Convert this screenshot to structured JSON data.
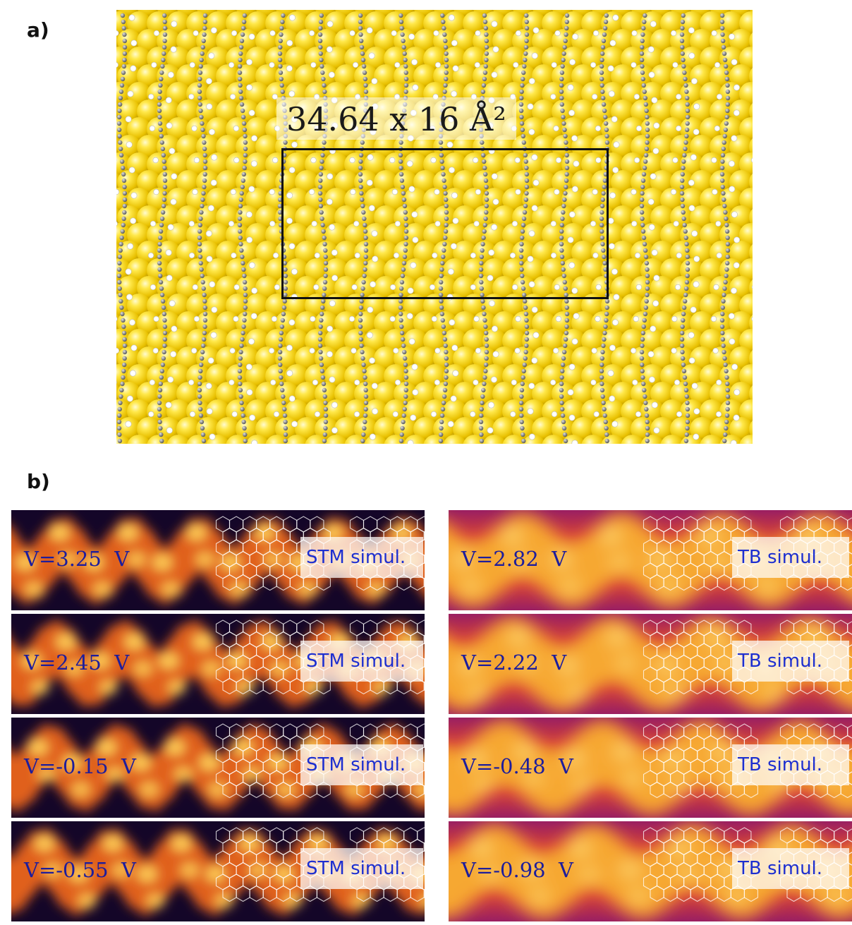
{
  "panel_a": {
    "label": "a)",
    "cell_caption": "34.64 x 16 Å²"
  },
  "panel_b": {
    "label": "b)",
    "stm_column": [
      {
        "voltage": "V=3.25  V",
        "tag": "STM simul."
      },
      {
        "voltage": "V=2.45  V",
        "tag": "STM simul."
      },
      {
        "voltage": "V=-0.15  V",
        "tag": "STM simul."
      },
      {
        "voltage": "V=-0.55  V",
        "tag": "STM simul."
      }
    ],
    "tb_column": [
      {
        "voltage": "V=2.82  V",
        "tag": "TB simul."
      },
      {
        "voltage": "V=2.22  V",
        "tag": "TB simul."
      },
      {
        "voltage": "V=-0.48  V",
        "tag": "TB simul."
      },
      {
        "voltage": "V=-0.98  V",
        "tag": "TB simul."
      }
    ]
  },
  "colors": {
    "gold": "#f2d020",
    "carbon": "#8c8c8c",
    "hydrogen": "#ffffff",
    "stm_dark": "#140628",
    "tb_background": "#c2304e",
    "voltage_text": "#1d1d9c",
    "tag_text": "#1d2fd0"
  }
}
